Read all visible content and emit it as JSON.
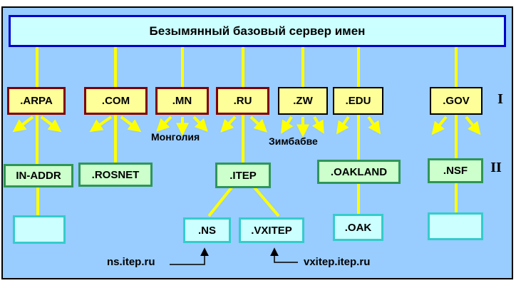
{
  "root": {
    "label": "Безымянный базовый сервер имен"
  },
  "level_markers": {
    "first": "I",
    "second": "II"
  },
  "tld_row": [
    {
      "label": ".ARPA"
    },
    {
      "label": ".COM"
    },
    {
      "label": ".MN"
    },
    {
      "label": ".RU"
    },
    {
      "label": ".ZW"
    },
    {
      "label": ".EDU"
    },
    {
      "label": ".GOV"
    }
  ],
  "second_row": [
    {
      "label": "IN-ADDR"
    },
    {
      "label": ".ROSNET"
    },
    {
      "label": ".ITEP"
    },
    {
      "label": ".OAKLAND"
    },
    {
      "label": ".NSF"
    }
  ],
  "third_row": [
    {
      "label": ""
    },
    {
      "label": ".NS"
    },
    {
      "label": ".VXITEP"
    },
    {
      "label": ".OAK"
    },
    {
      "label": ""
    }
  ],
  "annotations": {
    "mongolia": "Монголия",
    "zimbabwe": "Зимбабве",
    "ns_host": "ns.itep.ru",
    "vxitep_host": "vxitep.itep.ru"
  },
  "colors": {
    "background": "#99ccff",
    "root_fill": "#ccffff",
    "root_border": "#0000cc",
    "tld_fill": "#ffff99",
    "tld_border_maroon": "#800000",
    "tld_border_black": "#000000",
    "level2_fill": "#ccffcc",
    "level2_border": "#2e9658",
    "level3_fill": "#ccffff",
    "level3_border": "#35cccc",
    "connector": "#ffff00",
    "callout": "#000000"
  }
}
